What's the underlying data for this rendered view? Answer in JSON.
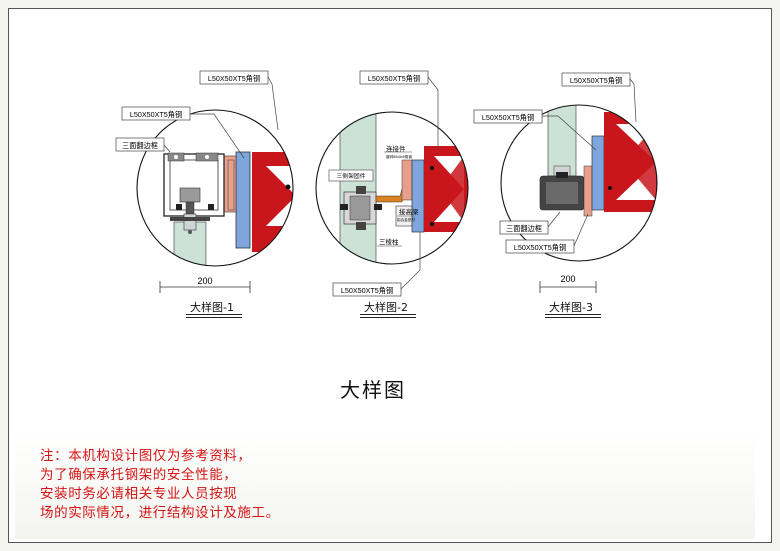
{
  "title": "大样图",
  "notes": [
    "注：本机构设计图仅为参考资料，",
    "为了确保承托钢架的安全性能，",
    "安装时务必请相关专业人员按现",
    "场的实际情况，进行结构设计及施工。"
  ],
  "details": [
    {
      "caption": "大样图-1",
      "dimension": "200",
      "labels": {
        "angle_top": "L50X50XT5角钢",
        "angle_mid": "L50X50XT5角钢",
        "frame": "三面翻边框"
      }
    },
    {
      "caption": "大样图-2",
      "labels": {
        "angle_top": "L50X50XT5角钢",
        "connector": "连接件",
        "connector_sub": "镀锌50x5x5角钢",
        "three_way": "三侧架固件",
        "beam": "接高梁",
        "beam_sub": "铝合金型材",
        "column": "三棱柱",
        "angle_bottom": "L50X50XT5角钢"
      }
    },
    {
      "caption": "大样图-3",
      "dimension": "200",
      "labels": {
        "angle_top": "L50X50XT5角钢",
        "angle_mid": "L50X50XT5角钢",
        "frame": "三面翻边框",
        "angle_bottom": "L50X50XT5角钢"
      }
    }
  ],
  "colors": {
    "steel_red": "#c8161c",
    "glass_green": "#cde2d6",
    "plate_blue": "#7ea6dc",
    "pad_salmon": "#e8a08c",
    "note_red": "#d41414",
    "bracket_orange": "#d9821f"
  }
}
